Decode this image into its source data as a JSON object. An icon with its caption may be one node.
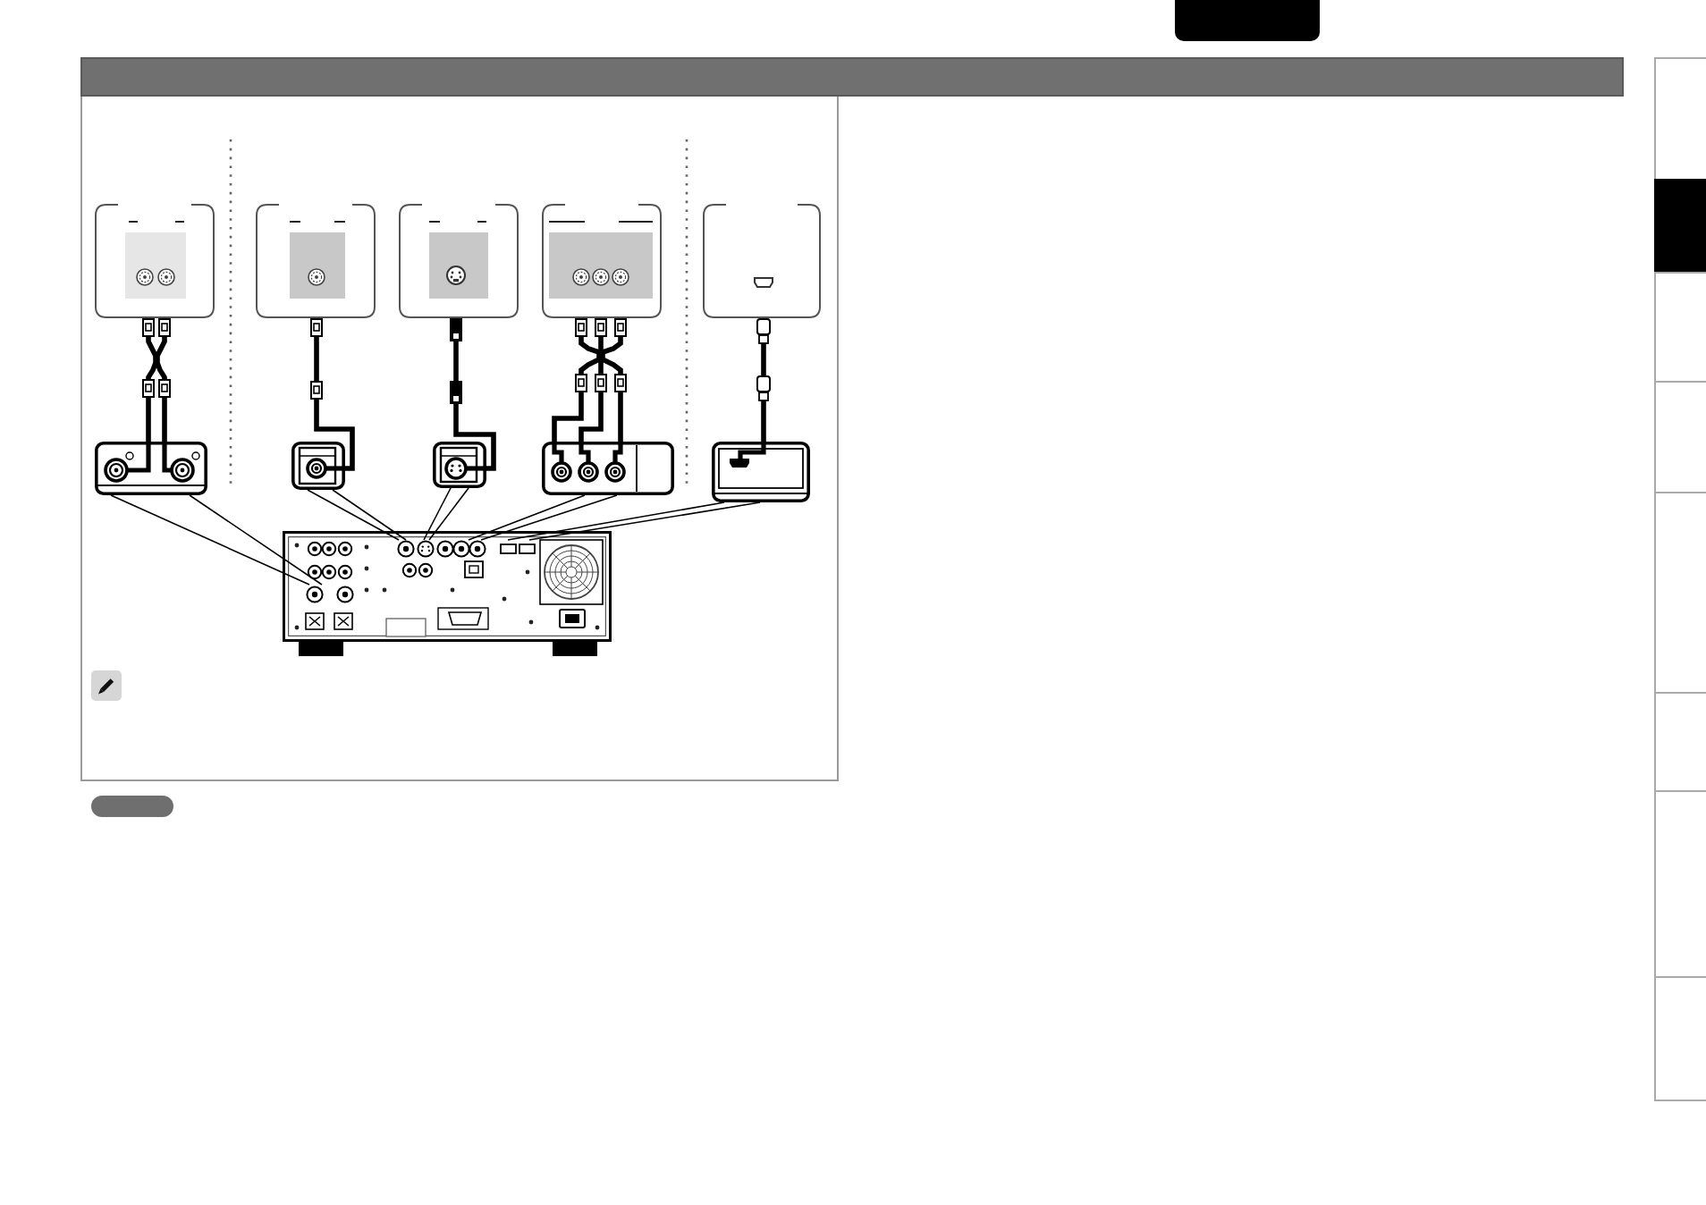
{
  "diagram": {
    "nodes": [
      {
        "text": [],
        "shape": "box"
      },
      {
        "text": [],
        "shape": "box"
      },
      {
        "text": [],
        "shape": "box"
      },
      {
        "text": [],
        "shape": "box"
      },
      {
        "text": [],
        "shape": "box"
      },
      {
        "text": [],
        "shape": "box"
      },
      {
        "text": [],
        "shape": "box"
      },
      {
        "text": [],
        "shape": "box"
      },
      {
        "text": [],
        "shape": "box"
      },
      {
        "text": [],
        "shape": "box"
      },
      {
        "text": [],
        "shape": "picture"
      },
      {
        "text": [],
        "shape": "circle",
        "in": 10
      },
      {
        "text": [],
        "shape": "circle",
        "in": 10
      },
      {
        "text": [],
        "shape": "circle",
        "in": 10
      },
      {
        "text": [],
        "shape": "circle",
        "in": 10
      },
      {
        "text": [],
        "shape": "box",
        "in": 10
      }
    ],
    "edges": [
      {
        "from": 0,
        "to": 5,
        "arrow": "other",
        "style": "thick"
      },
      {
        "from": 0,
        "to": 5,
        "arrow": "other",
        "style": "thick"
      },
      {
        "from": 1,
        "to": 6,
        "arrow": "other",
        "style": "thick"
      },
      {
        "from": 2,
        "to": 7,
        "arrow": "other",
        "style": "thick"
      },
      {
        "from": 3,
        "to": 8,
        "arrow": "other",
        "style": "thick"
      },
      {
        "from": 3,
        "to": 8,
        "arrow": "other",
        "style": "thick"
      },
      {
        "from": 3,
        "to": 8,
        "arrow": "other",
        "style": "thick"
      },
      {
        "from": 4,
        "to": 9,
        "arrow": "other",
        "style": "thick"
      },
      {
        "from": 5,
        "to": 11,
        "arrow": "none"
      },
      {
        "from": 5,
        "to": 11,
        "arrow": "none"
      },
      {
        "from": 6,
        "to": 12,
        "arrow": "none"
      },
      {
        "from": 6,
        "to": 12,
        "arrow": "none"
      },
      {
        "from": 7,
        "to": 13,
        "arrow": "none"
      },
      {
        "from": 7,
        "to": 13,
        "arrow": "none"
      },
      {
        "from": 8,
        "to": 14,
        "arrow": "none"
      },
      {
        "from": 8,
        "to": 14,
        "arrow": "none"
      },
      {
        "from": 9,
        "to": 15,
        "arrow": "none"
      },
      {
        "from": 9,
        "to": 15,
        "arrow": "none"
      }
    ]
  }
}
